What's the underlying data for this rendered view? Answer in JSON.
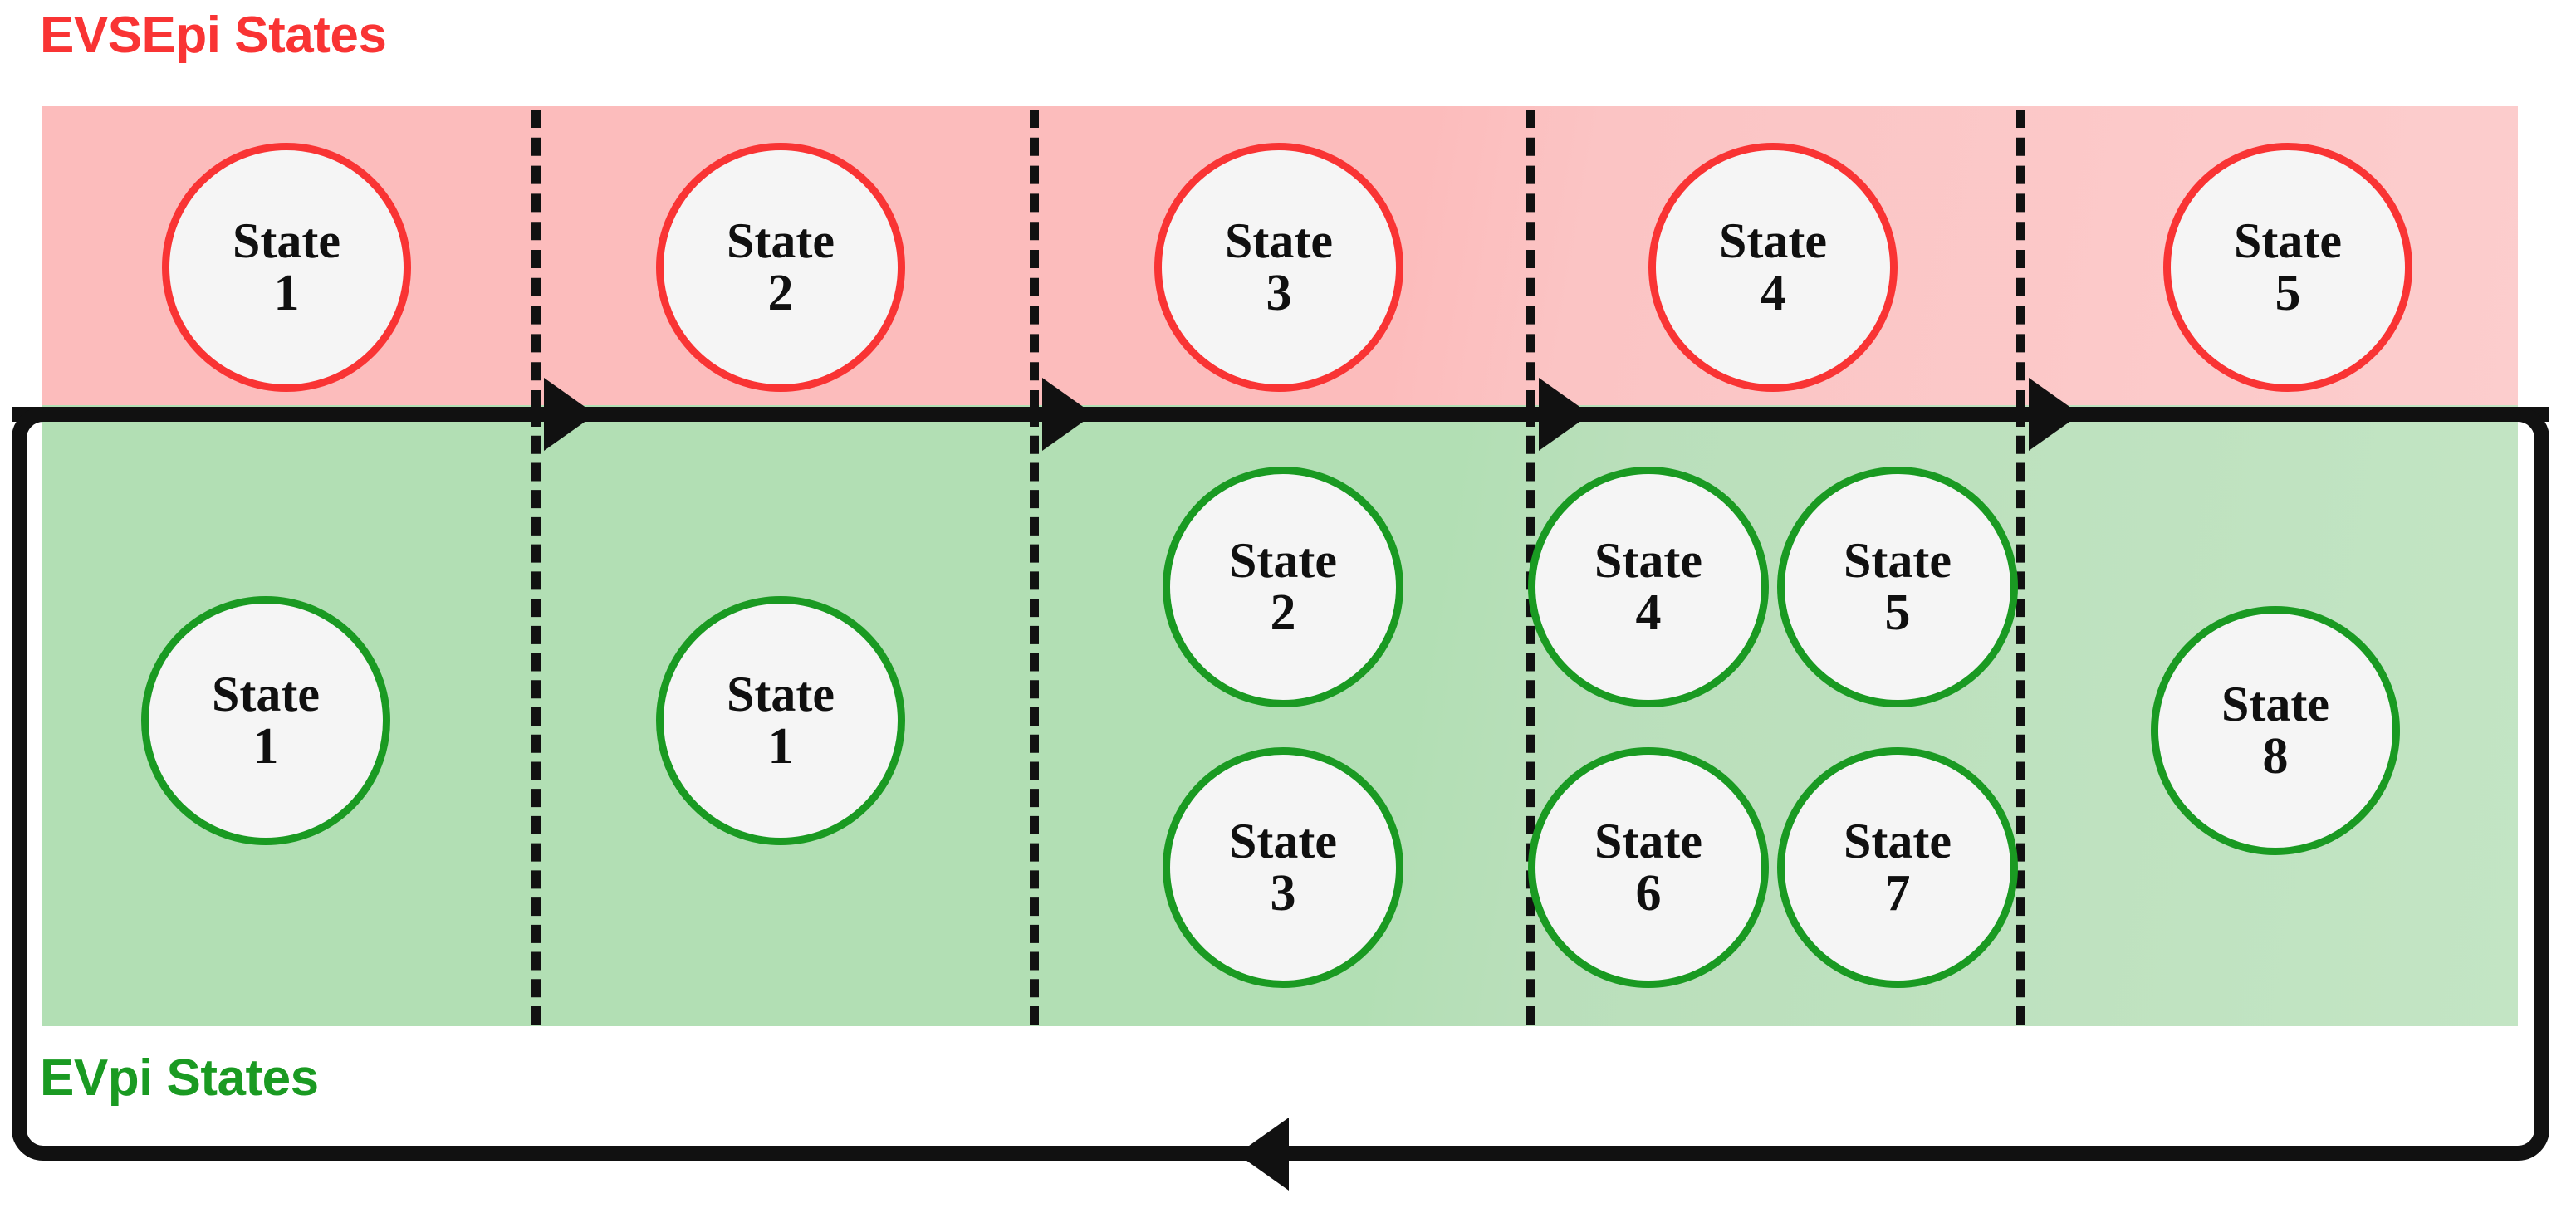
{
  "diagram": {
    "top_band": {
      "label": "EVSEpi States",
      "color": "#f93434",
      "fill": "#fcbcbc",
      "states": [
        {
          "word": "State",
          "num": "1"
        },
        {
          "word": "State",
          "num": "2"
        },
        {
          "word": "State",
          "num": "3"
        },
        {
          "word": "State",
          "num": "4"
        },
        {
          "word": "State",
          "num": "5"
        }
      ]
    },
    "bottom_band": {
      "label": "EVpi States",
      "color": "#1a9a22",
      "fill": "#b2dfb4",
      "states": [
        {
          "word": "State",
          "num": "1"
        },
        {
          "word": "State",
          "num": "1"
        },
        {
          "word": "State",
          "num": "2"
        },
        {
          "word": "State",
          "num": "3"
        },
        {
          "word": "State",
          "num": "4"
        },
        {
          "word": "State",
          "num": "5"
        },
        {
          "word": "State",
          "num": "6"
        },
        {
          "word": "State",
          "num": "7"
        },
        {
          "word": "State",
          "num": "8"
        }
      ]
    },
    "flow": {
      "forward_direction": "right",
      "return_direction": "left",
      "line_color": "#111111",
      "divider_style": "dashed",
      "divider_count": 4
    }
  }
}
